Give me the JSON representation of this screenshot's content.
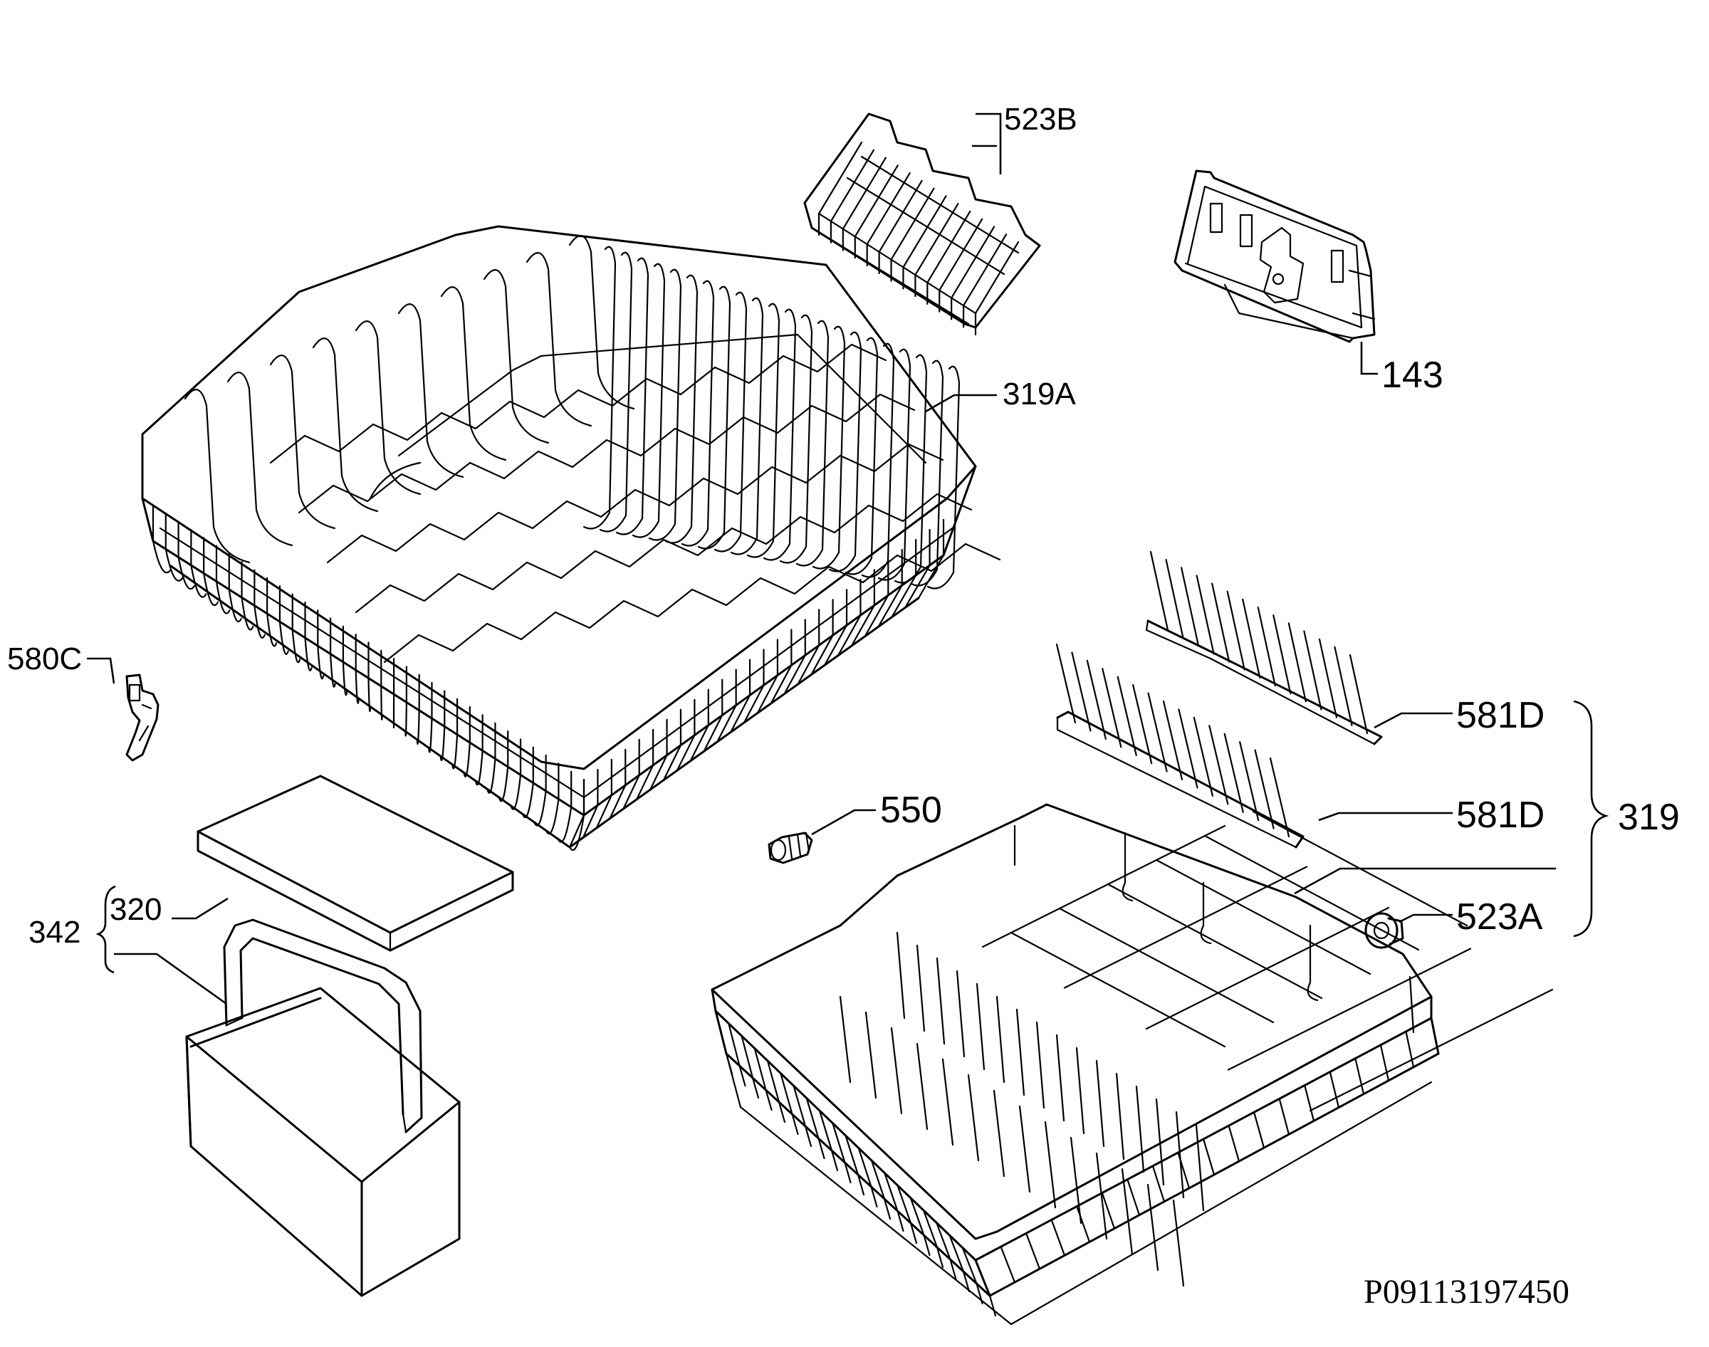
{
  "diagram": {
    "drawing_code": "P09113197450",
    "callouts": {
      "c523B": "523B",
      "c143": "143",
      "c319A": "319A",
      "c580C": "580C",
      "c320": "320",
      "c342": "342",
      "c550": "550",
      "c581D_upper": "581D",
      "c581D_lower": "581D",
      "c523A": "523A",
      "c319": "319"
    }
  }
}
